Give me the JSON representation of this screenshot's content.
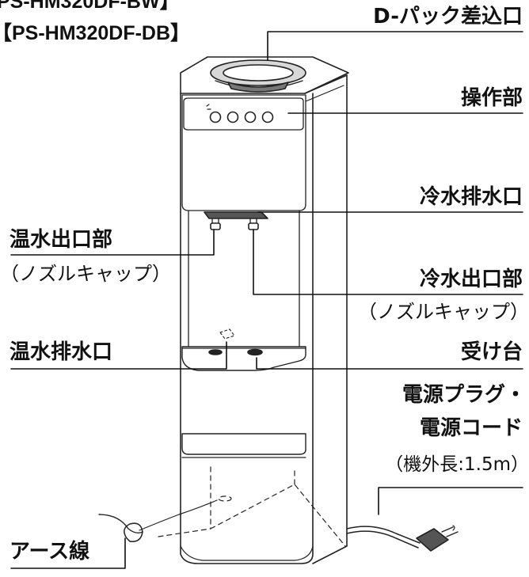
{
  "models": [
    "PS-HM320DF-BW】",
    "【PS-HM320DF-DB】"
  ],
  "labels": {
    "dpack": "D-パック差込口",
    "control": "操作部",
    "cold_drain": "冷水排水口",
    "cold_outlet": "冷水出口部",
    "cold_outlet_note": "（ノズルキャップ）",
    "hot_outlet": "温水出口部",
    "hot_outlet_note": "（ノズルキャップ）",
    "tray": "受け台",
    "hot_drain": "温水排水口",
    "power_line1": "電源プラグ・",
    "power_line2": "電源コード",
    "power_note": "（機外長:1.5m）",
    "earth": "アース線"
  }
}
